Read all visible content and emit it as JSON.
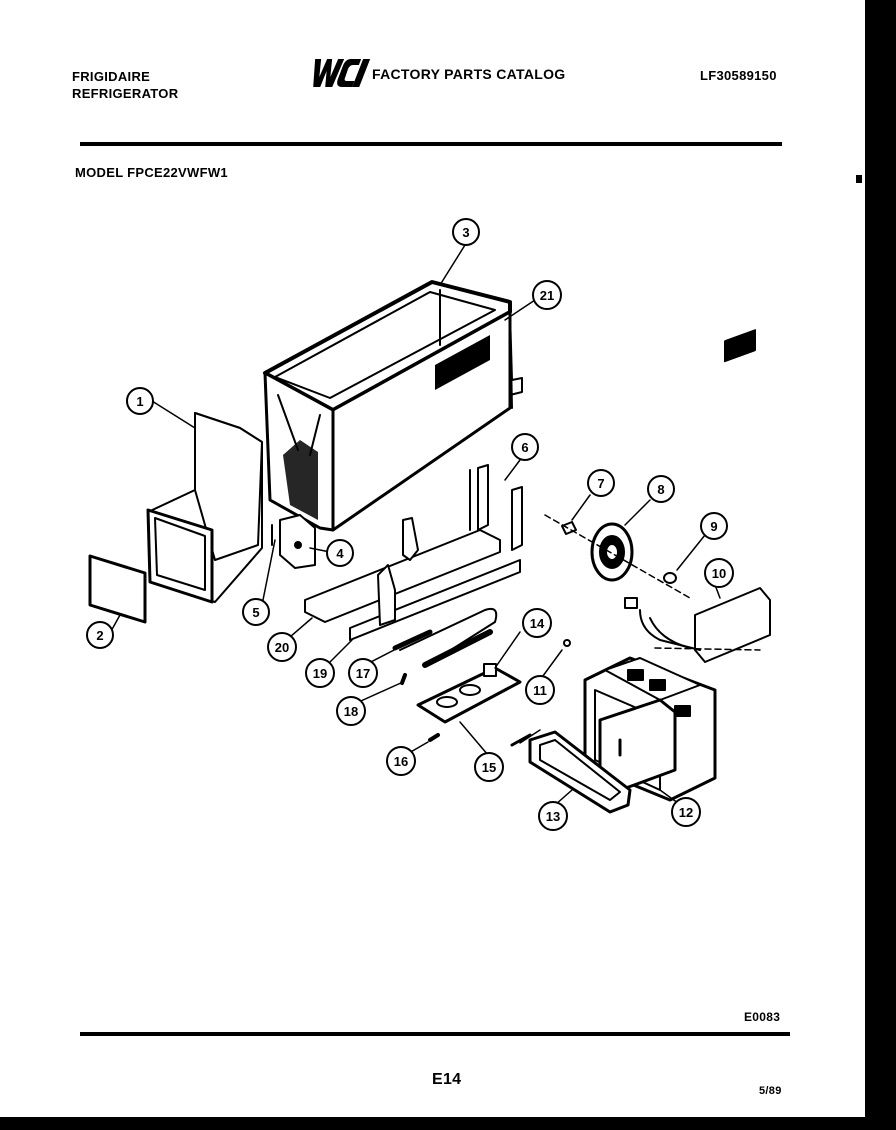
{
  "header": {
    "brand_line1": "FRIGIDAIRE",
    "brand_line2": "REFRIGERATOR",
    "logo_text": "WCI",
    "catalog_title": "FACTORY PARTS CATALOG",
    "part_number": "LF30589150",
    "model": "MODEL FPCE22VWFW1"
  },
  "callouts": [
    "1",
    "2",
    "3",
    "4",
    "5",
    "6",
    "7",
    "8",
    "9",
    "10",
    "11",
    "12",
    "13",
    "14",
    "15",
    "16",
    "17",
    "18",
    "19",
    "20",
    "21"
  ],
  "footer": {
    "diagram_code": "E0083",
    "page": "E14",
    "date": "5/89"
  }
}
